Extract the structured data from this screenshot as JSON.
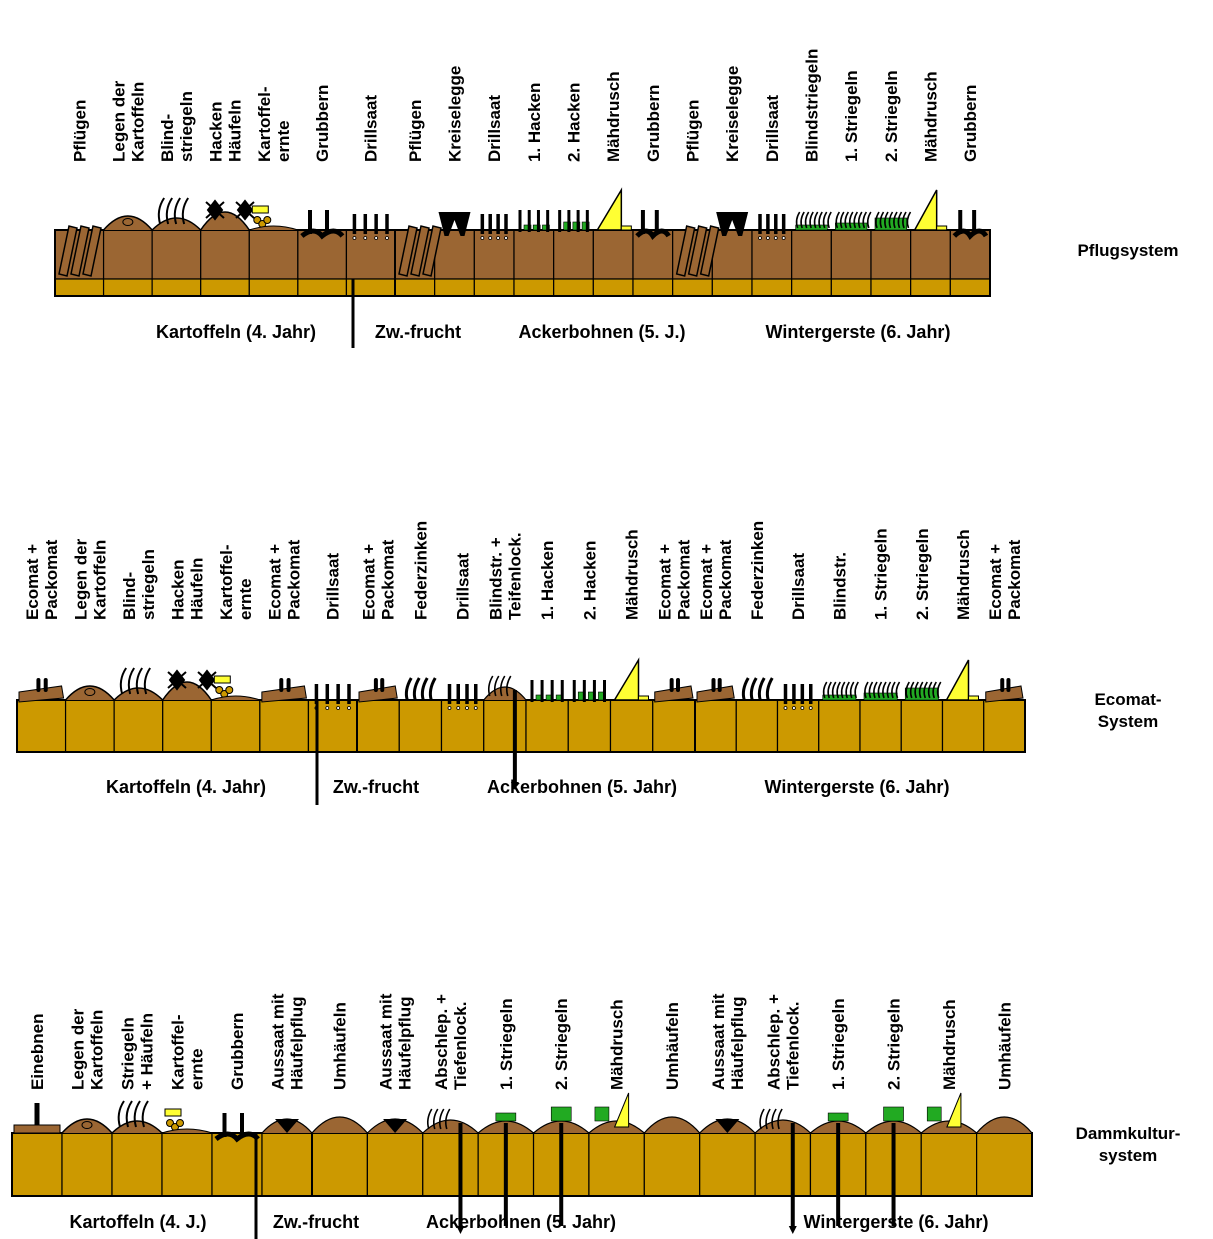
{
  "colors": {
    "topsoil": "#9b6633",
    "subsoil": "#cc9900",
    "crop": "#22aa22",
    "harvester": "#ffff33",
    "outline": "#000000"
  },
  "panels": [
    {
      "system_lines": [
        "Pflugsystem"
      ],
      "crops": [
        "Kartoffeln (4. Jahr)",
        "Zw.-frucht",
        "Ackerbohnen (5. J.)",
        "Wintergerste (6. Jahr)"
      ],
      "operations": [
        [
          "Pflügen"
        ],
        [
          "Legen der",
          "Kartoffeln"
        ],
        [
          "Blind-",
          "striegeln"
        ],
        [
          "Hacken",
          "Häufeln"
        ],
        [
          "Kartoffel-",
          "ernte"
        ],
        [
          "Grubbern"
        ],
        [
          "Drillsaat"
        ],
        [
          "Pflügen"
        ],
        [
          "Kreiselegge"
        ],
        [
          "Drillsaat"
        ],
        [
          "1. Hacken"
        ],
        [
          "2. Hacken"
        ],
        [
          "Mähdrusch"
        ],
        [
          "Grubbern"
        ],
        [
          "Pflügen"
        ],
        [
          "Kreiselegge"
        ],
        [
          "Drillsaat"
        ],
        [
          "Blindstriegeln"
        ],
        [
          "1. Striegeln"
        ],
        [
          "2. Striegeln"
        ],
        [
          "Mähdrusch"
        ],
        [
          "Grubbern"
        ]
      ]
    },
    {
      "system_lines": [
        "Ecomat-",
        "System"
      ],
      "crops": [
        "Kartoffeln (4. Jahr)",
        "Zw.-frucht",
        "Ackerbohnen (5. Jahr)",
        "Wintergerste (6. Jahr)"
      ],
      "operations": [
        [
          "Ecomat +",
          "Packomat"
        ],
        [
          "Legen der",
          "Kartoffeln"
        ],
        [
          "Blind-",
          "striegeln"
        ],
        [
          "Hacken",
          "Häufeln"
        ],
        [
          "Kartoffel-",
          "ernte"
        ],
        [
          "Ecomat +",
          "Packomat"
        ],
        [
          "Drillsaat"
        ],
        [
          "Ecomat +",
          "Packomat"
        ],
        [
          "Federzinken"
        ],
        [
          "Drillsaat"
        ],
        [
          "Blindstr. +",
          "Teifenlock."
        ],
        [
          "1. Hacken"
        ],
        [
          "2. Hacken"
        ],
        [
          "Mähdrusch"
        ],
        [
          "Ecomat +",
          "Packomat"
        ],
        [
          "Ecomat +",
          "Packomat"
        ],
        [
          "Federzinken"
        ],
        [
          "Drillsaat"
        ],
        [
          "Blindstr."
        ],
        [
          "1. Striegeln"
        ],
        [
          "2. Striegeln"
        ],
        [
          "Mähdrusch"
        ],
        [
          "Ecomat +",
          "Packomat"
        ]
      ]
    },
    {
      "system_lines": [
        "Dammkultur-",
        "system"
      ],
      "crops": [
        "Kartoffeln (4. J.)",
        "Zw.-frucht",
        "Ackerbohnen (5. Jahr)",
        "Wintergerste (6. Jahr)"
      ],
      "operations": [
        [
          "Einebnen"
        ],
        [
          "Legen der",
          "Kartoffeln"
        ],
        [
          "Striegeln",
          "+ Häufeln"
        ],
        [
          "Kartoffel-",
          "ernte"
        ],
        [
          "Grubbern"
        ],
        [
          "Aussaat mit",
          "Häufelpflug"
        ],
        [
          "Umhäufeln"
        ],
        [
          "Aussaat mit",
          "Häufelpflug"
        ],
        [
          "Abschlep. +",
          "Tiefenlock."
        ],
        [
          "1. Striegeln"
        ],
        [
          "2. Striegeln"
        ],
        [
          "Mähdrusch"
        ],
        [
          "Umhäufeln"
        ],
        [
          "Aussaat mit",
          "Häufelpflug"
        ],
        [
          "Abschlep. +",
          "Tiefenlock."
        ],
        [
          "1. Striegeln"
        ],
        [
          "2. Striegeln"
        ],
        [
          "Mähdrusch"
        ],
        [
          "Umhäufeln"
        ]
      ]
    }
  ]
}
